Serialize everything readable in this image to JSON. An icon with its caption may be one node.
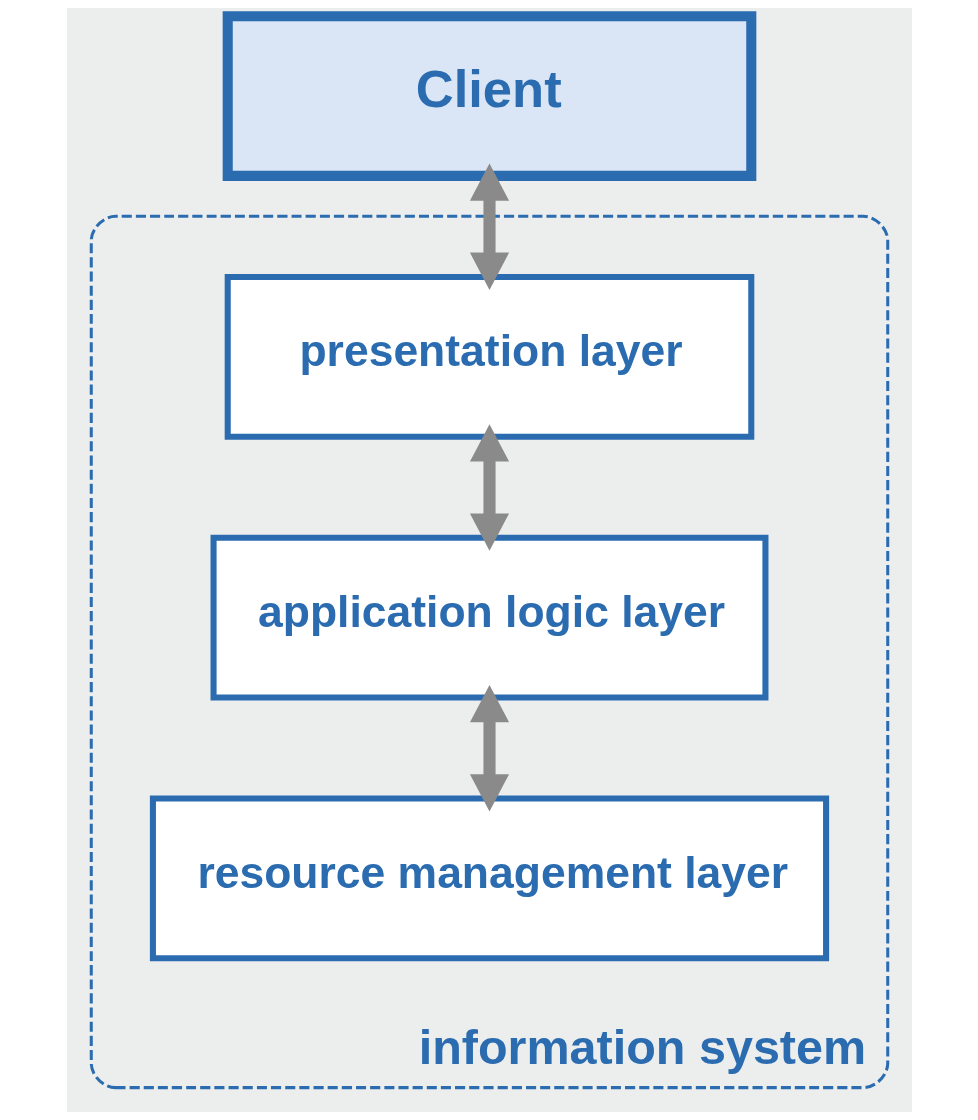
{
  "diagram": {
    "nodes": [
      {
        "text": [
          "Client"
        ]
      },
      {
        "text": [
          "information system"
        ]
      },
      {
        "text": [
          "presentation layer"
        ],
        "in": 1
      },
      {
        "text": [
          "application logic layer"
        ],
        "in": 1
      },
      {
        "text": [
          "resource management layer"
        ],
        "in": 1
      }
    ],
    "edges": [
      {
        "from": 0,
        "to": 2,
        "arrow": "both"
      },
      {
        "from": 2,
        "to": 3,
        "arrow": "both"
      },
      {
        "from": 3,
        "to": 4,
        "arrow": "both"
      }
    ]
  }
}
